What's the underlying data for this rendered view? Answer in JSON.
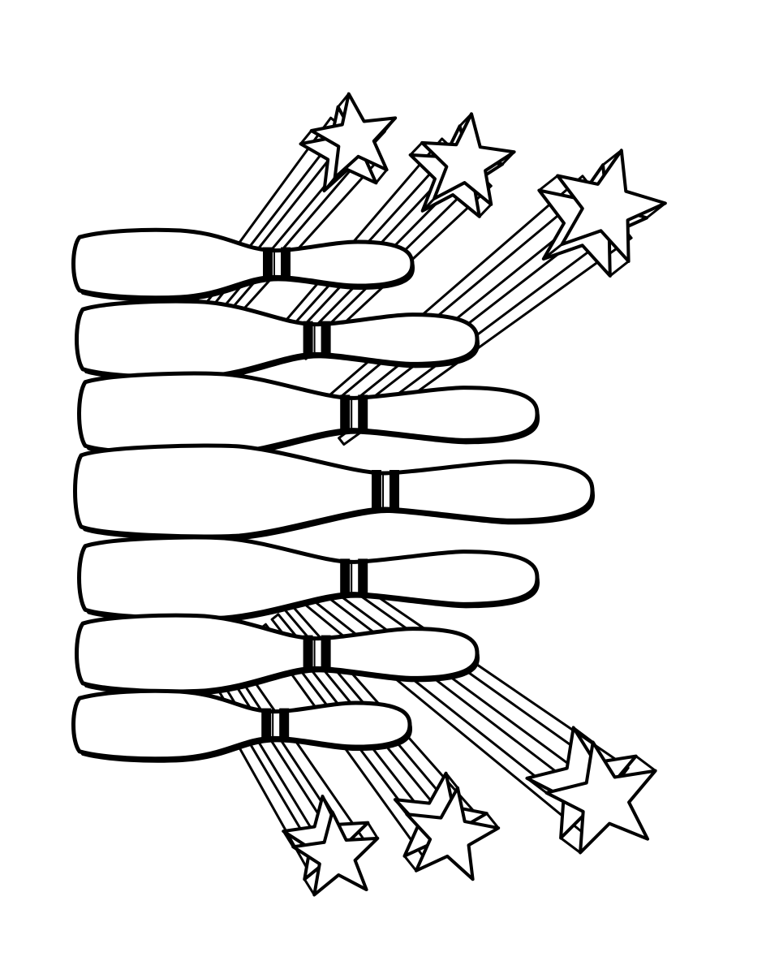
{
  "illustration": {
    "style": "black-and-white coloring page line art",
    "subject": "bowling-pins-with-shooting-stars",
    "pin_count": 7,
    "star_count": 6,
    "stroke_color": "#000000",
    "fill_color": "#ffffff",
    "background_color": "#ffffff",
    "icons": [
      "bowling-pin-icon",
      "shooting-star-icon"
    ]
  }
}
